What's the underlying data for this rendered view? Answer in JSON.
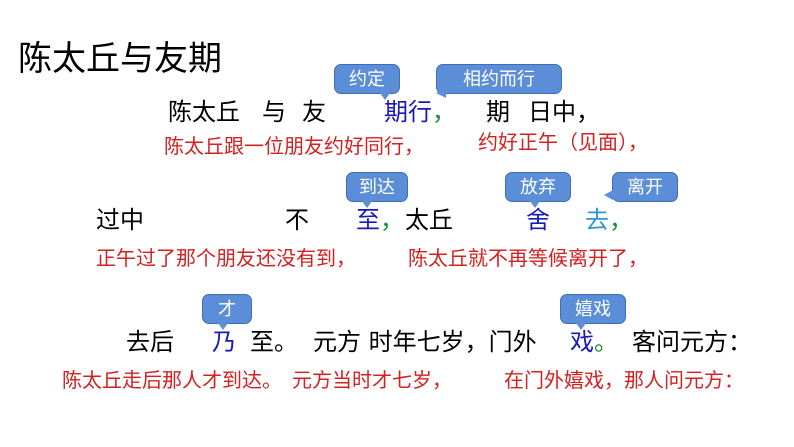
{
  "title": "陈太丘与友期",
  "colors": {
    "annotation_bg": "#5b8ed6",
    "translation": "#d42020",
    "keyword_blue": "#1a1ab8",
    "keyword_light_blue": "#2e95d8",
    "punct_green": "#1a8a3a"
  },
  "notes": {
    "yueding": "约定",
    "xiangyue": "相约而行",
    "daoda": "到达",
    "fangqi": "放弃",
    "likai": "离开",
    "cai": "才",
    "xixi": "嬉戏"
  },
  "line1": {
    "a": "陈太丘",
    "b": "与",
    "c": "友",
    "d": "期行",
    "d_punct": "，",
    "e": "期",
    "f": "日中，",
    "trans_a": "陈太丘跟一位朋友约好同行，",
    "trans_b": "约好正午（见面），"
  },
  "line2": {
    "a": "过中",
    "b": "不",
    "c": "至",
    "c_punct": "，",
    "d": "太丘",
    "e": "舍",
    "f": "去",
    "f_punct": "，",
    "trans_a": "正午过了那个朋友还没有到，",
    "trans_b": "陈太丘就不再等候离开了，"
  },
  "line3": {
    "a": "去后",
    "b": "乃",
    "c": "至。",
    "d": "元方 时年七岁，门外",
    "e": "戏",
    "e_punct": "。",
    "f": "客问元方：",
    "trans_a": "陈太丘走后那人才到达。",
    "trans_b": "元方当时才七岁，",
    "trans_c": "在门外嬉戏，那人问元方："
  }
}
